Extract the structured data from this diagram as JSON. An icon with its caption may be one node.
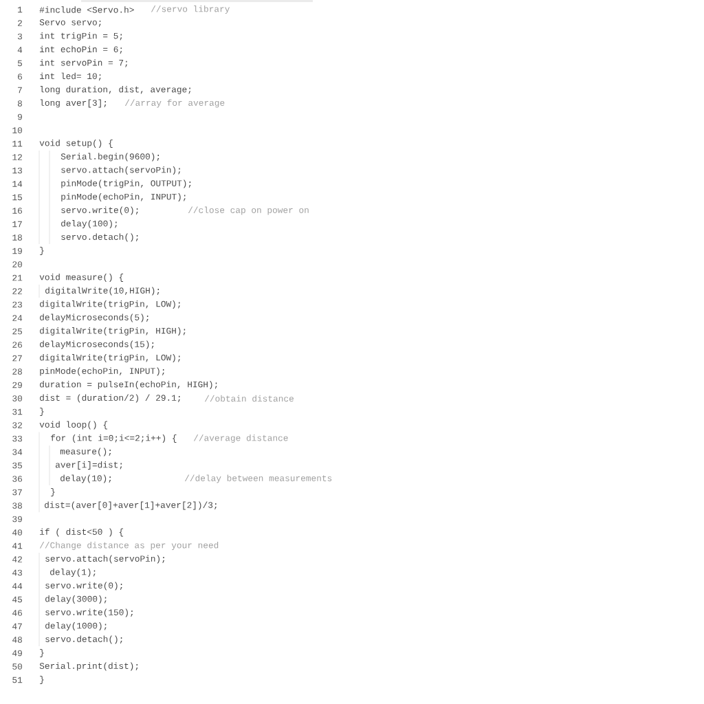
{
  "diagram": {
    "labels": [
      "1",
      "#include <Servo.h>",
      "//servo library",
      "2",
      "Servo servo;",
      "3",
      "int trigPin = 5;",
      "4",
      "int echoPin = 6;",
      "5",
      "int servoPin = 7;",
      "6",
      "int led= 10;",
      "7",
      "long duration, dist, average;",
      "8",
      "long aver[3];",
      "//array for average",
      "9",
      "10",
      "11",
      "void setup() {",
      "12",
      "Serial.begin(9600);",
      "13",
      "servo.attach(servoPin);",
      "14",
      "pinMode(trigPin, OUTPUT);",
      "15",
      "pinMode(echoPin, INPUT);",
      "16",
      "servo.write(0);",
      "//close cap on power on",
      "17",
      "delay(100);",
      "18",
      "servo.detach();",
      "19",
      "}",
      "20",
      "21",
      "void measure() {",
      "22",
      "digitalWrite(10,HIGH);",
      "23",
      "digitalWrite(trigPin, LOW);",
      "24",
      "delayMicroseconds(5);",
      "25",
      "digitalWrite(trigPin, HIGH);",
      "26",
      "delayMicroseconds(15);",
      "27",
      "digitalWrite(trigPin, LOW);",
      "28",
      "pinMode(echoPin, INPUT);",
      "29",
      "duration = pulseIn(echoPin, HIGH);",
      "30",
      "dist = (duration/2) / 29.1;",
      "//obtain distance",
      "31",
      "}",
      "32",
      "void loop() {",
      "33",
      "for (int i=0;i<=2;i++) {",
      "//average distance",
      "34",
      "measure();",
      "35",
      "aver[i]=dist;",
      "36",
      "delay(10);",
      "//delay between measurements",
      "37",
      "}",
      "38",
      "dist=(aver[0]+aver[1]+aver[2])/3;",
      "39",
      "40",
      "if ( dist<50 ) {",
      "41",
      "//Change distance as per your need",
      "42",
      "servo.attach(servoPin);",
      "43",
      "delay(1);",
      "44",
      "servo.write(0);",
      "45",
      "delay(3000);",
      "46",
      "servo.write(150);",
      "47",
      "delay(1000);",
      "48",
      "servo.detach();",
      "49",
      "}",
      "50",
      "Serial.print(dist);",
      "51",
      "}"
    ]
  }
}
